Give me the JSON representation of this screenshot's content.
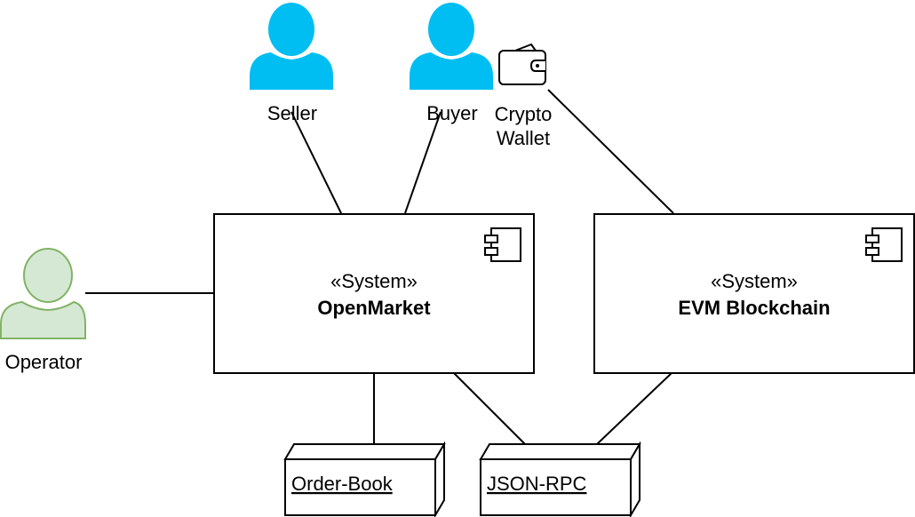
{
  "actors": {
    "seller": {
      "label": "Seller",
      "color": "#00BEF2"
    },
    "buyer": {
      "label": "Buyer",
      "color": "#00BEF2"
    },
    "operator": {
      "label": "Operator",
      "fill": "#D5E8D4",
      "stroke": "#82B366"
    }
  },
  "wallet": {
    "label_line1": "Crypto",
    "label_line2": "Wallet",
    "icon": "wallet-icon"
  },
  "systems": {
    "openmarket": {
      "stereotype": "«System»",
      "name": "OpenMarket",
      "icon": "component-icon"
    },
    "evm": {
      "stereotype": "«System»",
      "name": "EVM Blockchain",
      "icon": "component-icon"
    }
  },
  "nodes": {
    "orderbook": {
      "label": "Order-Book"
    },
    "jsonrpc": {
      "label": "JSON-RPC"
    }
  }
}
